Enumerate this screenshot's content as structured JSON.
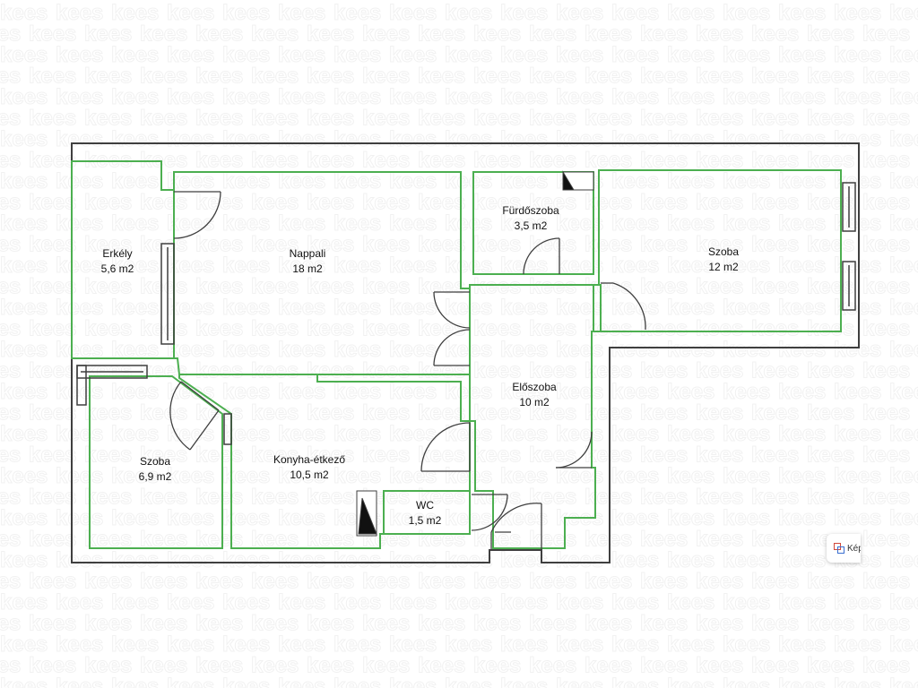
{
  "watermark": {
    "text": "kees",
    "color": "#f1f1f1"
  },
  "colors": {
    "wall": "#3f3f3f",
    "room_outline": "#4caf50",
    "window": "#3f3f3f",
    "door": "#3f3f3f"
  },
  "rooms": [
    {
      "id": "erkely",
      "name": "Erkély",
      "area": "5,6 m2"
    },
    {
      "id": "nappali",
      "name": "Nappali",
      "area": "18 m2"
    },
    {
      "id": "furdoszoba",
      "name": "Fürdőszoba",
      "area": "3,5 m2"
    },
    {
      "id": "szoba-right",
      "name": "Szoba",
      "area": "12 m2"
    },
    {
      "id": "eloszoba",
      "name": "Előszoba",
      "area": "10 m2"
    },
    {
      "id": "szoba-left",
      "name": "Szoba",
      "area": "6,9 m2"
    },
    {
      "id": "konyha",
      "name": "Konyha-étkező",
      "area": "10,5 m2"
    },
    {
      "id": "wc",
      "name": "WC",
      "area": "1,5 m2"
    }
  ],
  "chip": {
    "label": "Kép",
    "icon": "image-icon"
  }
}
